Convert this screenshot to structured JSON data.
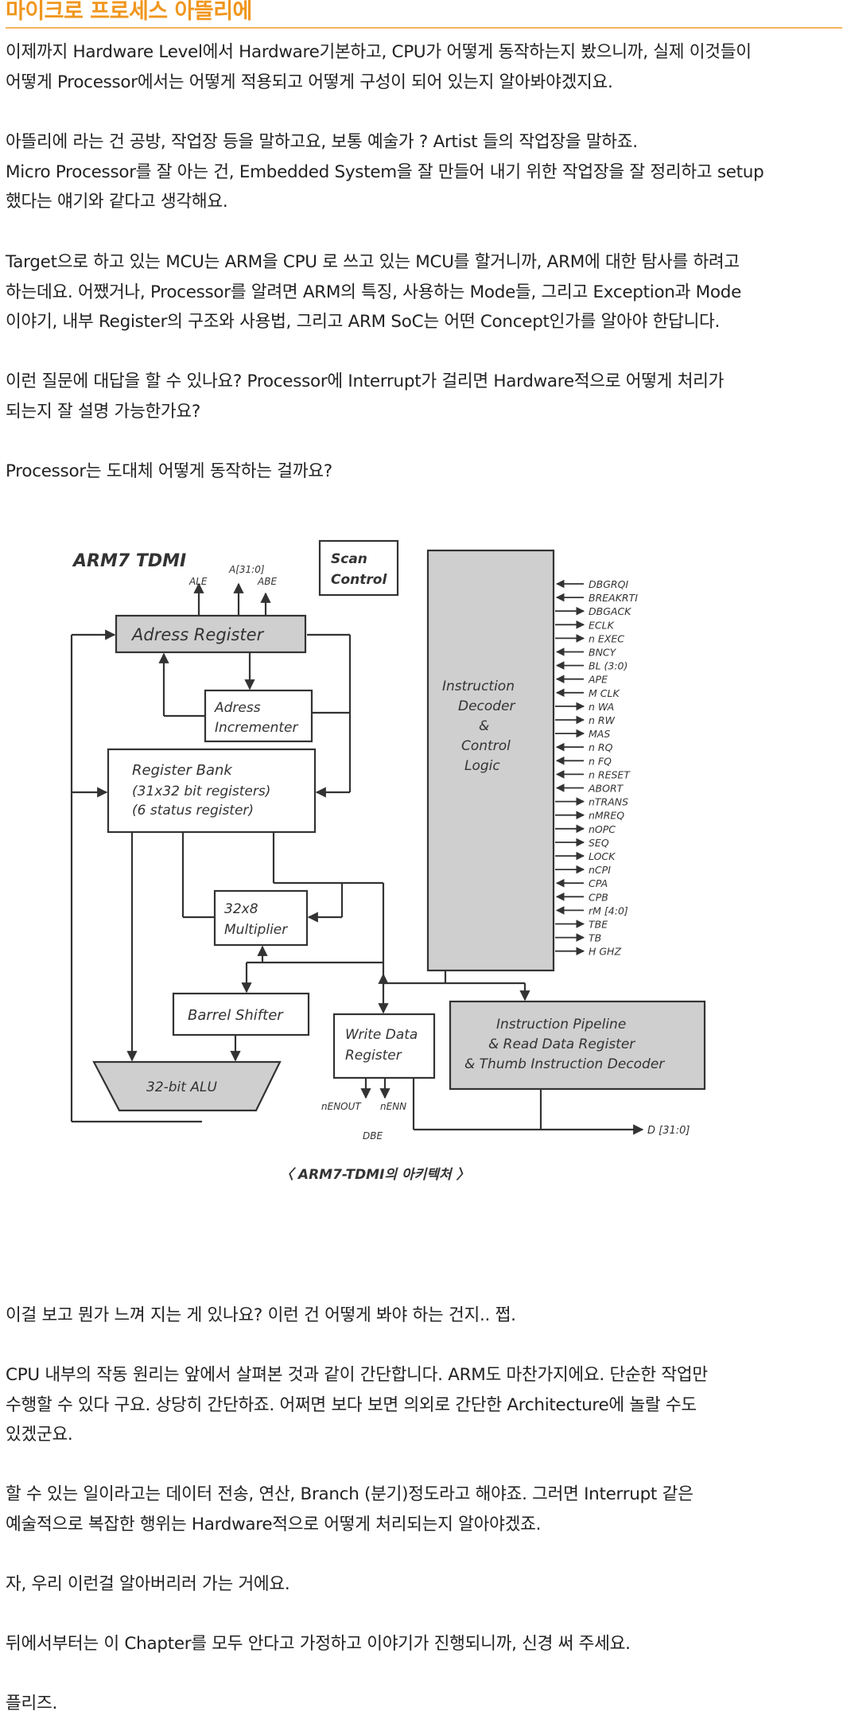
{
  "page": {
    "title": "마이크로 프로세스 아뜰리에"
  },
  "paragraphs": [
    "이제까지 Hardware Level에서 Hardware기본하고, CPU가 어떻게 동작하는지 봤으니까, 실제 이것들이\n어떻게 Processor에서는 어떻게 적용되고 어떻게 구성이 되어 있는지 알아봐야겠지요.",
    "아뜰리에 라는 건 공방, 작업장 등을 말하고요, 보통 예술가 ? Artist 들의 작업장을 말하죠.\nMicro Processor를 잘 아는 건, Embedded System을 잘 만들어 내기 위한 작업장을 잘 정리하고 setup\n했다는 얘기와 같다고 생각해요.",
    "Target으로 하고 있는 MCU는 ARM을 CPU 로 쓰고 있는 MCU를 할거니까, ARM에 대한 탐사를 하려고\n하는데요. 어쨌거나, Processor를 알려면 ARM의 특징, 사용하는 Mode들, 그리고 Exception과 Mode\n이야기, 내부 Register의 구조와 사용법, 그리고 ARM SoC는 어떤 Concept인가를 알아야 한답니다.",
    "이런 질문에 대답을 할 수 있나요? Processor에 Interrupt가 걸리면 Hardware적으로 어떻게 처리가\n되는지 잘 설명 가능한가요?",
    "Processor는 도대체 어떻게 동작하는 걸까요?",
    "이걸 보고 뭔가 느껴 지는 게 있나요? 이런 건 어떻게 봐야 하는 건지.. 쩝.",
    "CPU 내부의 작동 원리는 앞에서 살펴본 것과 같이 간단합니다. ARM도 마찬가지에요. 단순한 작업만\n수행할 수 있다 구요. 상당히 간단하죠. 어쩌면 보다 보면 의외로 간단한 Architecture에 놀랄 수도\n있겠군요.",
    "할 수 있는 일이라고는 데이터 전송, 연산, Branch (분기)정도라고 해야죠. 그러면 Interrupt 같은\n예술적으로 복잡한 행위는 Hardware적으로 어떻게 처리되는지 알아야겠죠.",
    "자, 우리 이런걸 알아버리러 가는 거에요.",
    "뒤에서부터는 이 Chapter를 모두 안다고 가정하고 이야기가 진행되니까, 신경 써 주세요.",
    "플리즈."
  ],
  "diagram": {
    "heading": "ARM7 TDMI",
    "scan_control": [
      "Scan",
      "Control"
    ],
    "top_signals": {
      "ale": "ALE",
      "addr": "A[31:0]",
      "abe": "ABE"
    },
    "address_register": "Adress Register",
    "address_incrementer": [
      "Adress",
      "Incrementer"
    ],
    "register_bank": [
      "Register Bank",
      "(31x32 bit registers)",
      "(6 status register)"
    ],
    "multiplier": [
      "32x8",
      "Multiplier"
    ],
    "barrel_shifter": "Barrel Shifter",
    "alu": "32-bit ALU",
    "write_data_register": [
      "Write Data",
      "Register"
    ],
    "pipeline": [
      "Instruction Pipeline",
      "& Read Data Register",
      "& Thumb Instruction Decoder"
    ],
    "decoder": [
      "Instruction",
      "Decoder",
      "&",
      "Control",
      "Logic"
    ],
    "control_signals": [
      "DBGRQI",
      "BREAKRTI",
      "DBGACK",
      "ECLK",
      "n EXEC",
      "BNCY",
      "BL (3:0)",
      "APE",
      "M CLK",
      "n WA",
      "n RW",
      "MAS",
      "n RQ",
      "n FQ",
      "n RESET",
      "ABORT",
      "nTRANS",
      "nMREQ",
      "nOPC",
      "SEQ",
      "LOCK",
      "nCPI",
      "CPA",
      "CPB",
      "rM [4:0]",
      "TBE",
      "TB",
      "H GHZ"
    ],
    "bottom_signals": {
      "enout": "nENOUT",
      "enn": "nENN",
      "dbe": "DBE",
      "data": "D [31:0]"
    },
    "caption": "〈 ARM7-TDMI의 아키텍처 〉"
  },
  "colors": {
    "title": "#f0961e",
    "title_rule": "#f5b55c",
    "block_fill": "#cfcfcf"
  }
}
